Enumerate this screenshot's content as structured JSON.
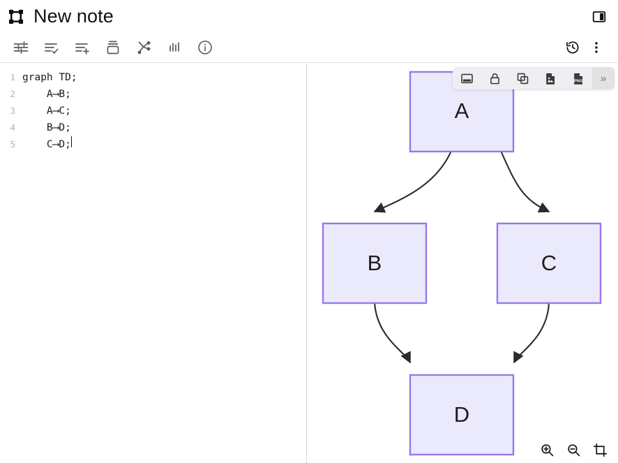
{
  "header": {
    "logo_icon": "selection-frame-icon",
    "title": "New note",
    "panel_toggle_icon": "split-panel-icon"
  },
  "toolbar": {
    "left_items": [
      {
        "name": "settings-sliders-icon",
        "label": "Settings"
      },
      {
        "name": "checklist-icon",
        "label": "Task list"
      },
      {
        "name": "add-list-icon",
        "label": "Add list"
      },
      {
        "name": "stack-icon",
        "label": "Stack"
      },
      {
        "name": "branch-icon",
        "label": "Branch"
      },
      {
        "name": "chart-bars-icon",
        "label": "Chart"
      },
      {
        "name": "info-icon",
        "label": "Info"
      }
    ],
    "right_items": [
      {
        "name": "history-icon",
        "label": "History"
      },
      {
        "name": "more-vertical-icon",
        "label": "More options"
      }
    ]
  },
  "editor": {
    "language": "mermaid",
    "lines": [
      {
        "no": "1",
        "text": "graph TD;"
      },
      {
        "no": "2",
        "text": "    A⟶B;"
      },
      {
        "no": "3",
        "text": "    A⟶C;"
      },
      {
        "no": "4",
        "text": "    B⟶D;"
      },
      {
        "no": "5",
        "text": "    C⟶D;"
      }
    ],
    "cursor_line": 5
  },
  "diagram_toolbar": {
    "buttons": [
      {
        "name": "caption-icon",
        "label": "Caption"
      },
      {
        "name": "lock-icon",
        "label": "Lock"
      },
      {
        "name": "copy-icon",
        "label": "Copy"
      },
      {
        "name": "export-svg-icon",
        "label": "Export SVG"
      },
      {
        "name": "export-png-icon",
        "label": "Export PNG"
      }
    ],
    "overflow_label": "»"
  },
  "zoom_controls": [
    {
      "name": "zoom-in-icon",
      "label": "Zoom in"
    },
    {
      "name": "zoom-out-icon",
      "label": "Zoom out"
    },
    {
      "name": "fit-crop-icon",
      "label": "Fit to screen"
    }
  ],
  "diagram": {
    "type": "flowchart",
    "direction": "TD",
    "node_fill": "#ebeafd",
    "node_stroke": "#9a77e8",
    "edge_color": "#2b2b2b",
    "label_color": "#1c1c1c",
    "nodes": [
      {
        "id": "A",
        "label": "A"
      },
      {
        "id": "B",
        "label": "B"
      },
      {
        "id": "C",
        "label": "C"
      },
      {
        "id": "D",
        "label": "D"
      }
    ],
    "edges": [
      {
        "from": "A",
        "to": "B"
      },
      {
        "from": "A",
        "to": "C"
      },
      {
        "from": "B",
        "to": "D"
      },
      {
        "from": "C",
        "to": "D"
      }
    ]
  }
}
